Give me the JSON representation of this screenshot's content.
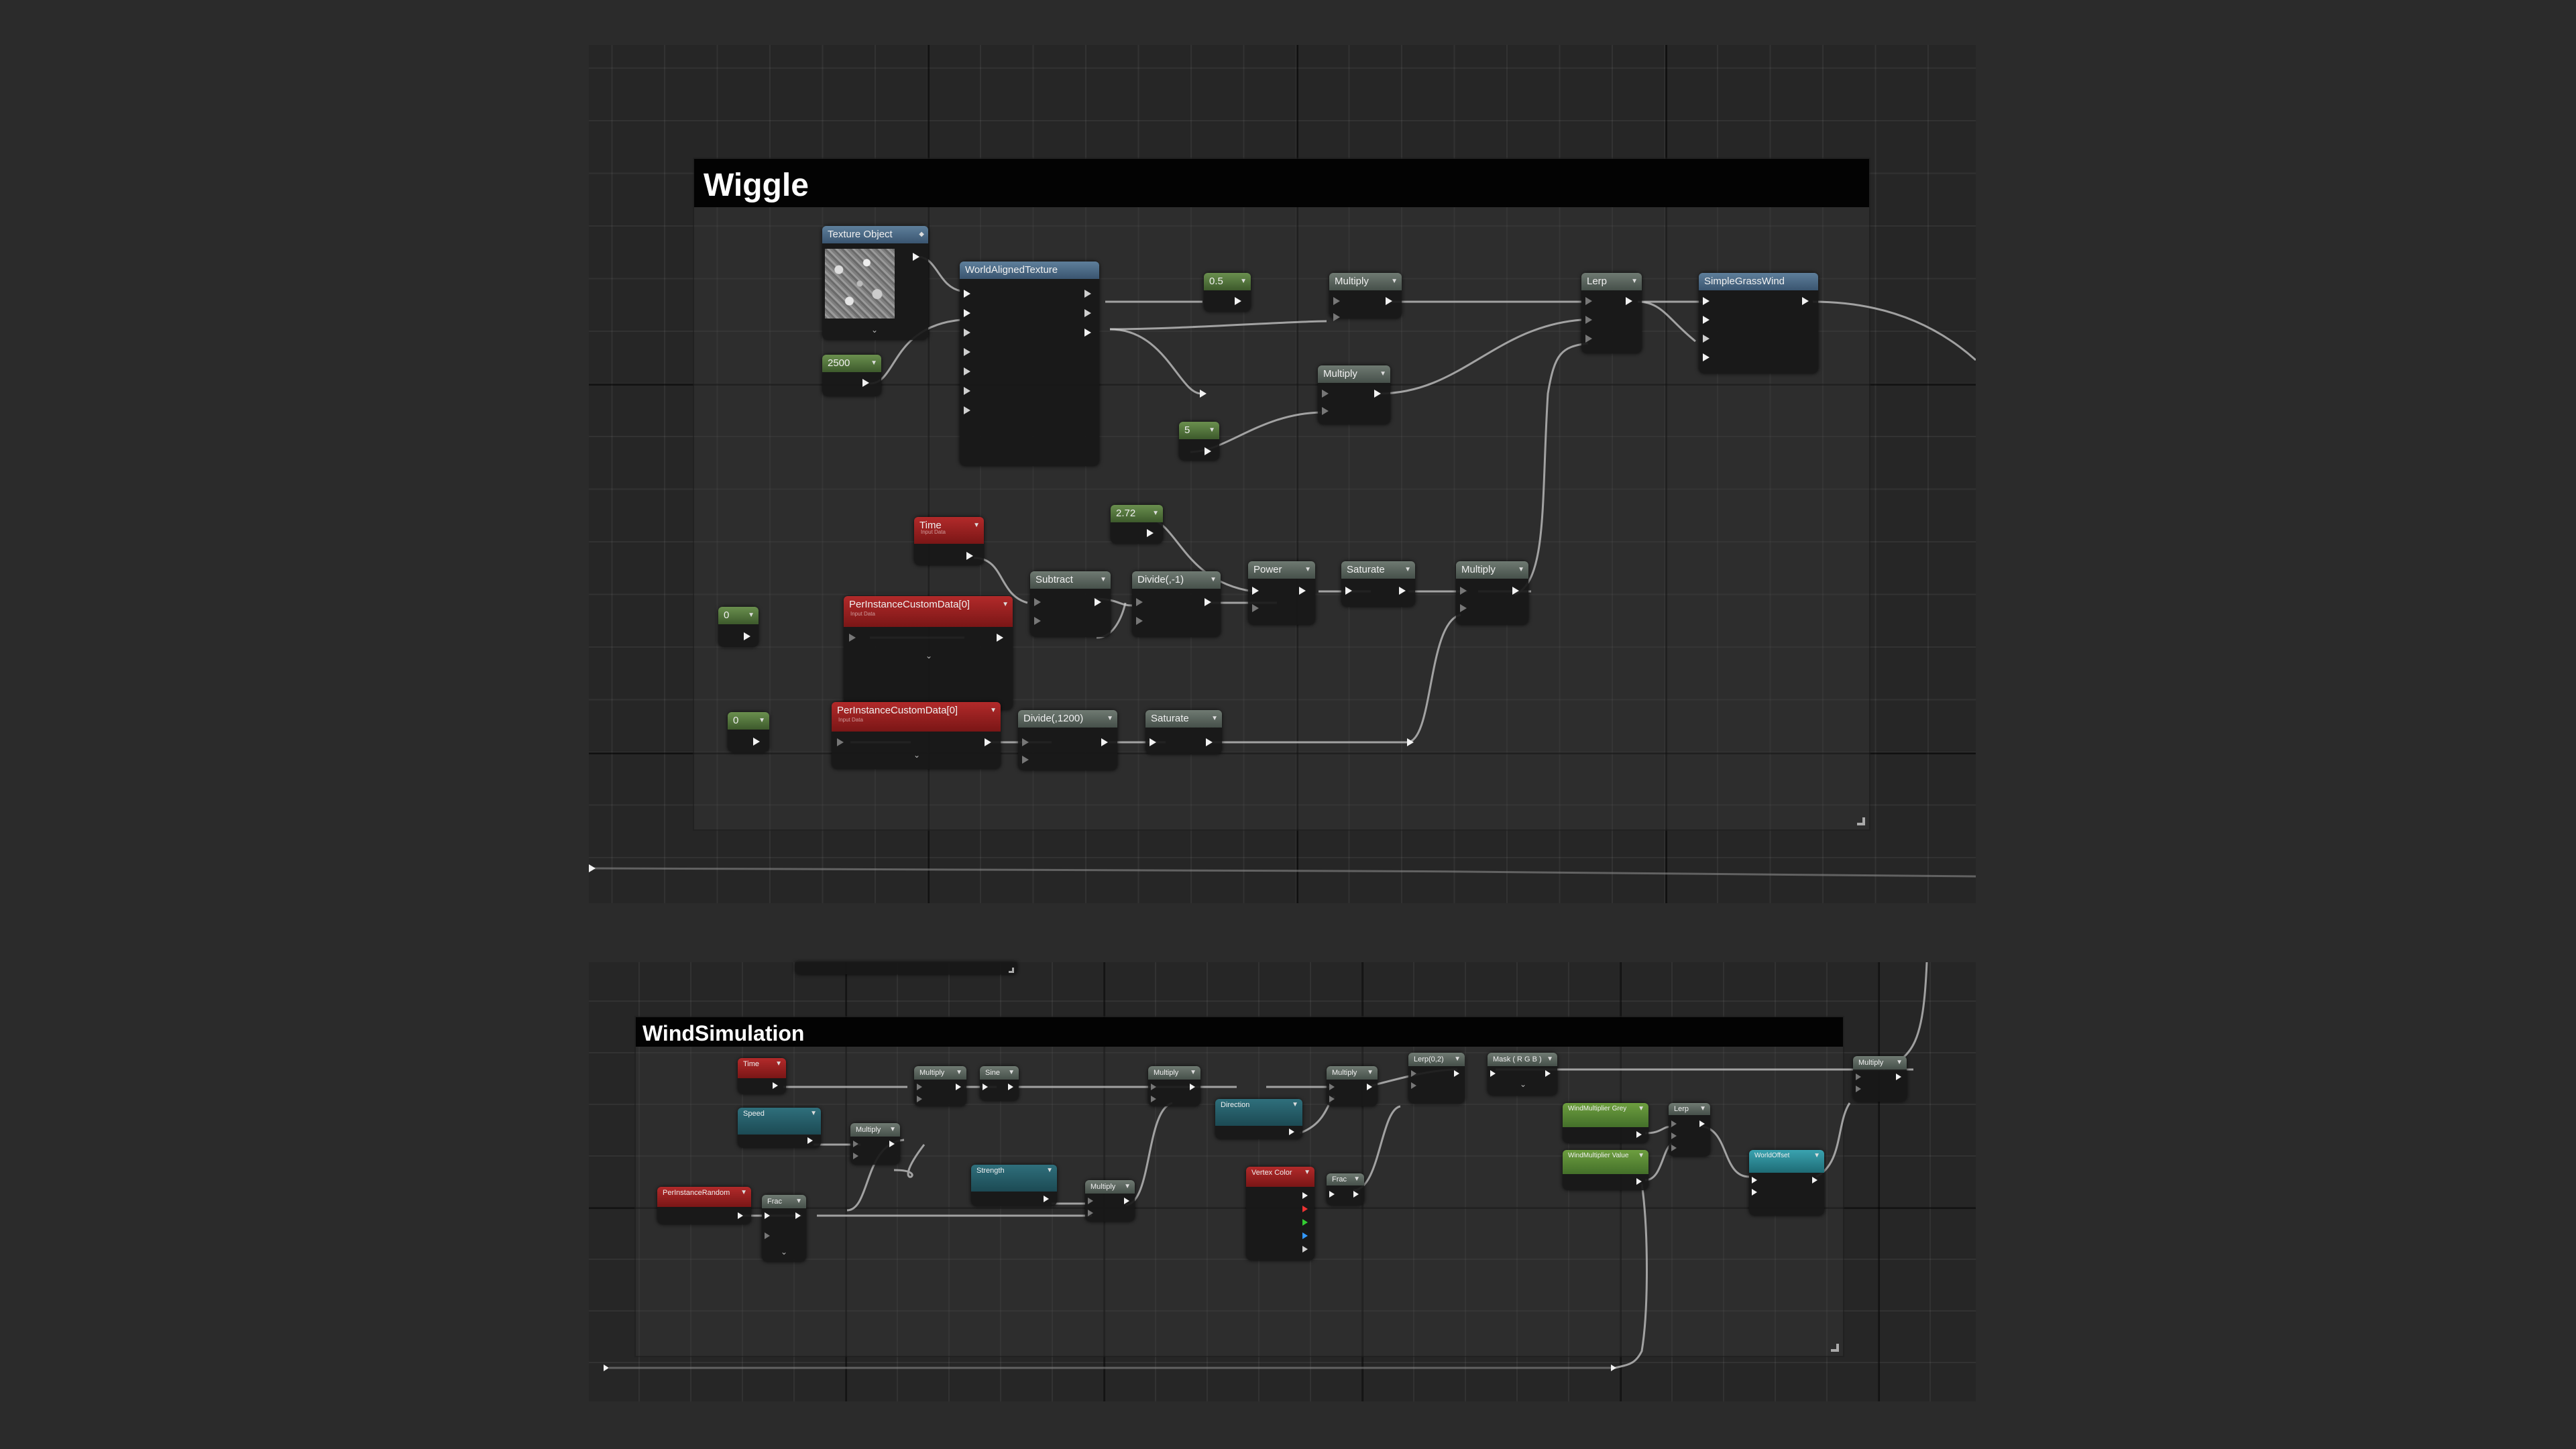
{
  "comment_wiggle": {
    "title": "Wiggle"
  },
  "comment_wind": {
    "title": "WindSimulation"
  },
  "wiggle_nodes": {
    "texture_object": "Texture Object",
    "world_aligned_texture": "WorldAlignedTexture",
    "const_0_5": "0.5",
    "multiply_a": "Multiply",
    "multiply_b": "Multiply",
    "const_5": "5",
    "lerp": "Lerp",
    "simple_grass_wind": "SimpleGrassWind",
    "const_2500": "2500",
    "time": "Time",
    "time_sub": "Input Data",
    "const_2_72": "2.72",
    "subtract": "Subtract",
    "divide_neg1": "Divide(,-1)",
    "power": "Power",
    "saturate_a": "Saturate",
    "multiply_c": "Multiply",
    "const_0_a": "0",
    "per_instance_a": "PerInstanceCustomData[0]",
    "per_instance_a_sub": "Input Data",
    "const_0_b": "0",
    "per_instance_b": "PerInstanceCustomData[0]",
    "per_instance_b_sub": "Input Data",
    "divide_1200": "Divide(,1200)",
    "saturate_b": "Saturate"
  },
  "wind_nodes": {
    "time": "Time",
    "speed": "Speed",
    "multiply_1": "Multiply",
    "sine": "Sine",
    "multiply_2": "Multiply",
    "multiply_3": "Multiply",
    "per_instance_random": "PerInstanceRandom",
    "frac": "Frac",
    "strength": "Strength",
    "multiply_4": "Multiply",
    "direction": "Direction",
    "multiply_5": "Multiply",
    "lerp_0_2": "Lerp(0,2)",
    "mask_rgb": "Mask ( R G B )",
    "vertex_color": "Vertex Color",
    "frac_2": "Frac",
    "wind_mult_a": "WindMultiplier Grey",
    "wind_mult_b": "WindMultiplier Value",
    "lerp_2": "Lerp",
    "multiply_6": "Multiply",
    "world_offset": "WorldOffset"
  },
  "colors": {
    "background": "#2b2b2b",
    "graph": "#262626",
    "comment_bar": "#030303",
    "constant_header": "#6a8f4e",
    "math_header": "#6f7a72",
    "function_header": "#5e7f9b",
    "input_header": "#b22a2a",
    "parameter_header": "#2f6f7c"
  }
}
